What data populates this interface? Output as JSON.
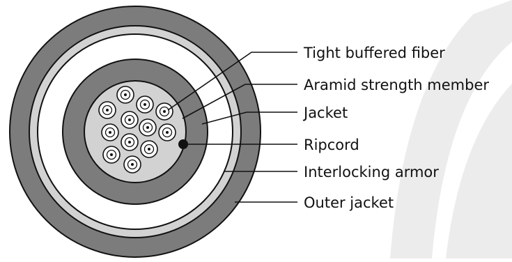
{
  "callouts": [
    {
      "id": "tight-buffered-fiber",
      "label": "Tight buffered fiber"
    },
    {
      "id": "aramid-strength-member",
      "label": "Aramid strength member"
    },
    {
      "id": "jacket",
      "label": "Jacket"
    },
    {
      "id": "ripcord",
      "label": "Ripcord"
    },
    {
      "id": "interlocking-armor",
      "label": "Interlocking armor"
    },
    {
      "id": "outer-jacket",
      "label": "Outer jacket"
    }
  ],
  "colors": {
    "outer_jacket": "#7c7c7c",
    "armor": "#d2d2d2",
    "jacket": "#7c7c7c",
    "aramid_core": "#d2d2d2",
    "fiber_fill": "#ffffff",
    "stroke": "#111111",
    "background_watermark": "#ececec"
  }
}
